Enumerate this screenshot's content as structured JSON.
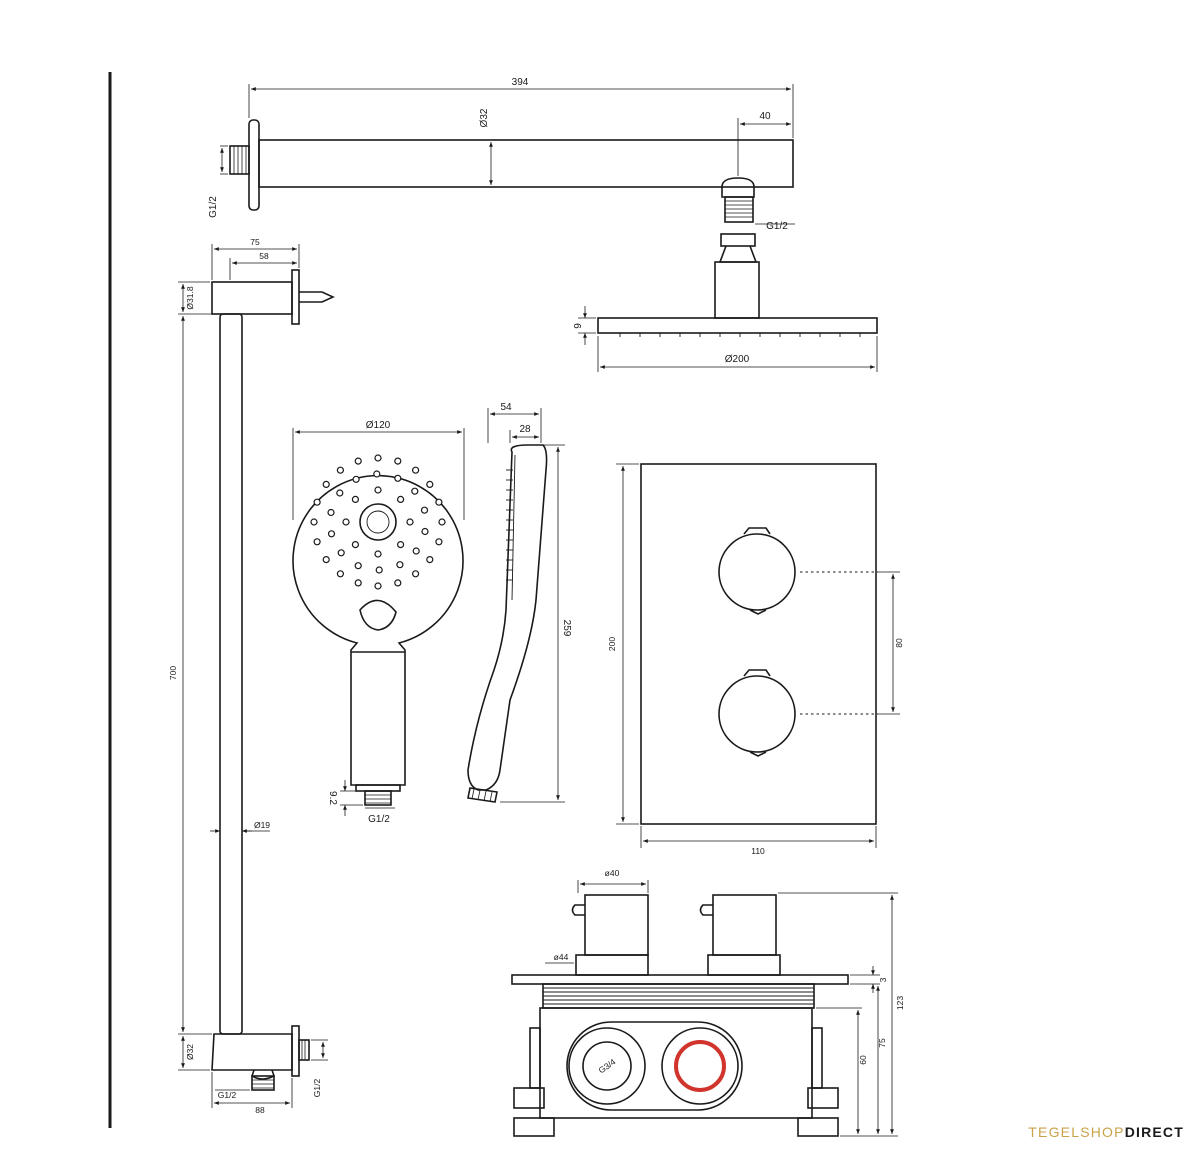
{
  "labels": {
    "arm_length": "394",
    "arm_diameter": "Ø32",
    "arm_offset": "40",
    "arm_wall_thread": "G1/2",
    "arm_head_thread": "G1/2",
    "head_thickness": "9",
    "head_diameter": "Ø200",
    "bracket_depth": "75",
    "bracket_inner": "58",
    "rail_top_diameter": "Ø31.8",
    "rail_length": "700",
    "rail_diameter": "Ø19",
    "rail_bottom_diameter": "Ø32",
    "rail_bottom_thread_left": "G1/2",
    "rail_bottom_thread_right": "G1/2",
    "rail_bottom_width": "88",
    "hand_diameter": "Ø120",
    "hand_connector": "9.2",
    "hand_thread": "G1/2",
    "hand_side_width": "54",
    "hand_side_width_inner": "28",
    "hand_length": "259",
    "plate_height": "200",
    "plate_width": "110",
    "valve_spacing": "80",
    "box_cap_diameter": "ø40",
    "box_base_diameter": "ø44",
    "box_flange": "3",
    "box_total_height": "123",
    "box_depth_75": "75",
    "box_depth_60": "60",
    "box_inlet_thread": "G3/4"
  },
  "brand": {
    "part1": "TEGELSHOP",
    "part2": "DIRECT",
    "color_gold": "#c9a24a",
    "color_dark": "#1a1a1a"
  },
  "colors": {
    "line": "#1a1a1a",
    "hot_ring": "#d0342c"
  }
}
